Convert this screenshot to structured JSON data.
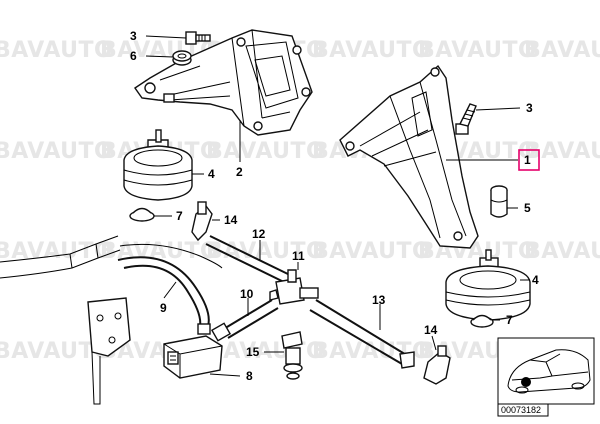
{
  "watermark": "BAVAUTO",
  "callouts": {
    "c3a": "3",
    "c6": "6",
    "c3b": "3",
    "c1": "1",
    "c4a": "4",
    "c2": "2",
    "c7a": "7",
    "c14a": "14",
    "c5": "5",
    "c12": "12",
    "c11": "11",
    "c4b": "4",
    "c9": "9",
    "c10": "10",
    "c13": "13",
    "c7b": "7",
    "c14b": "14",
    "c15": "15",
    "c8": "8"
  },
  "diagram_ref": "00073182",
  "colors": {
    "highlight": "#e5006a",
    "watermark": "#e6e6e6"
  }
}
